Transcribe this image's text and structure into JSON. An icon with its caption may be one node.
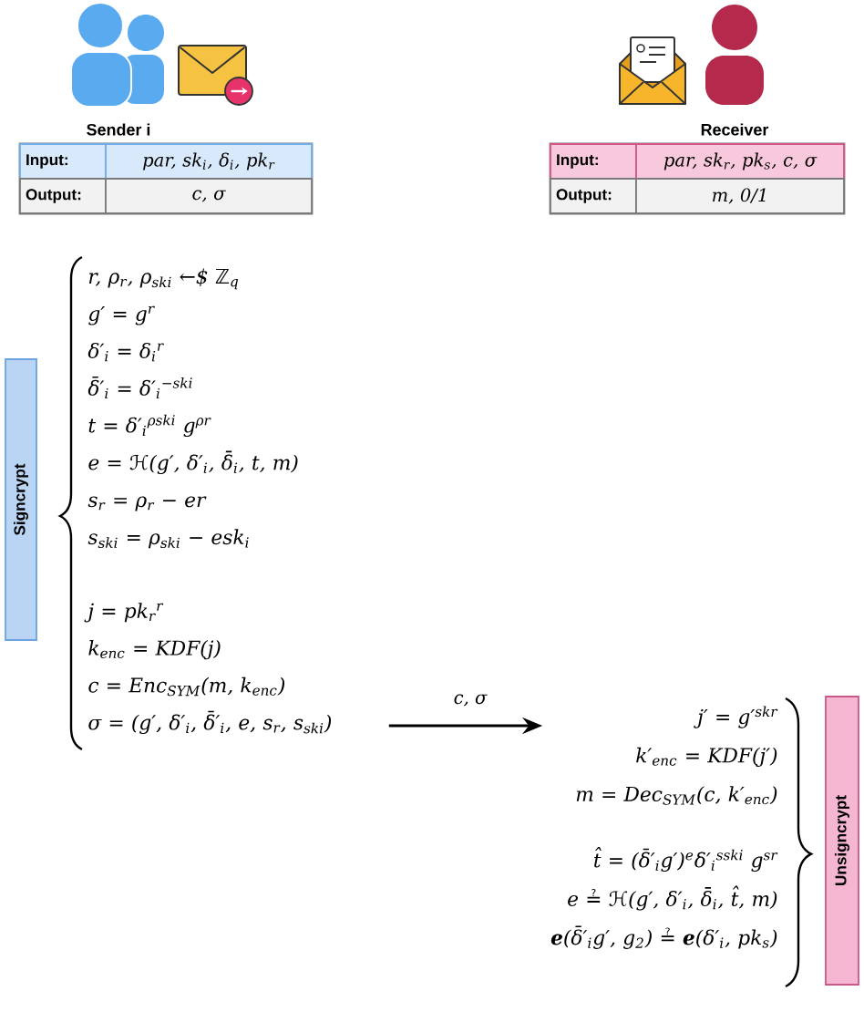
{
  "diagram": {
    "nodes": [
      {
        "text": [
          "Sender i"
        ]
      },
      {
        "text": [
          "Input:"
        ],
        "in": 0
      },
      {
        "text": [
          "par, sk$_{i}$, δ$_{i}$, pk$_{r}$"
        ],
        "in": 0
      },
      {
        "text": [
          "Output:"
        ],
        "in": 0
      },
      {
        "text": [
          "c, σ"
        ],
        "in": 0
      },
      {
        "text": [
          "Receiver"
        ]
      },
      {
        "text": [
          "Input:"
        ],
        "in": 5
      },
      {
        "text": [
          "par, sk$_{r}$, pk$_{s}$, c, σ"
        ],
        "in": 5
      },
      {
        "text": [
          "Output:"
        ],
        "in": 5
      },
      {
        "text": [
          "m, 0/1"
        ],
        "in": 5
      },
      {
        "text": [
          "Signcrypt"
        ]
      },
      {
        "text": [
          "r, ρ$_{r}$, ρ$_{ski}$ ←$ ℤ$_{q}$",
          "g′ = g$^{r}$",
          "δ′$_{i}$ = δ$_{i}$$^{r}$",
          "δ̄′$_{i}$ = δ′$_{i}$$^{−ski}$",
          "t = δ′$_{i}$$^{ρski}$ g$^{ρr}$",
          "e = ℋ(g′, δ′$_{i}$, δ̄$_{i}$, t, m)",
          "s$_{r}$ = ρ$_{r}$ − er",
          "s$_{ski}$ = ρ$_{ski}$ − esk$_{i}$",
          "j = pk$_{r}$$^{r}$",
          "k$_{enc}$ = KDF(j)",
          "c = Enc$_{SYM}$(m, k$_{enc}$)",
          "σ = (g′, δ′$_{i}$, δ̄′$_{i}$, e, s$_{r}$, s$_{ski}$)"
        ]
      },
      {
        "text": [
          "j′ = g′$^{skr}$",
          "k′$_{enc}$ = KDF(j′)",
          "m = Dec$_{SYM}$(c, k′$_{enc}$)",
          "t̂ = (δ̄′$_{i}$g′)$^{e}$δ′$_{i}$$^{sski}$ g$^{sr}$",
          "e ≟ ℋ(g′, δ′$_{i}$, δ̄$_{i}$, t̂, m)",
          "**e**(δ̄′$_{i}$g′, g$_{2}$) ≟ **e**(δ′$_{i}$, pk$_{s}$)"
        ]
      },
      {
        "text": [
          "Unsigncrypt"
        ]
      }
    ],
    "edges": [
      {
        "from": 11,
        "to": 12,
        "arrow": "to",
        "label": "c, σ"
      }
    ]
  }
}
